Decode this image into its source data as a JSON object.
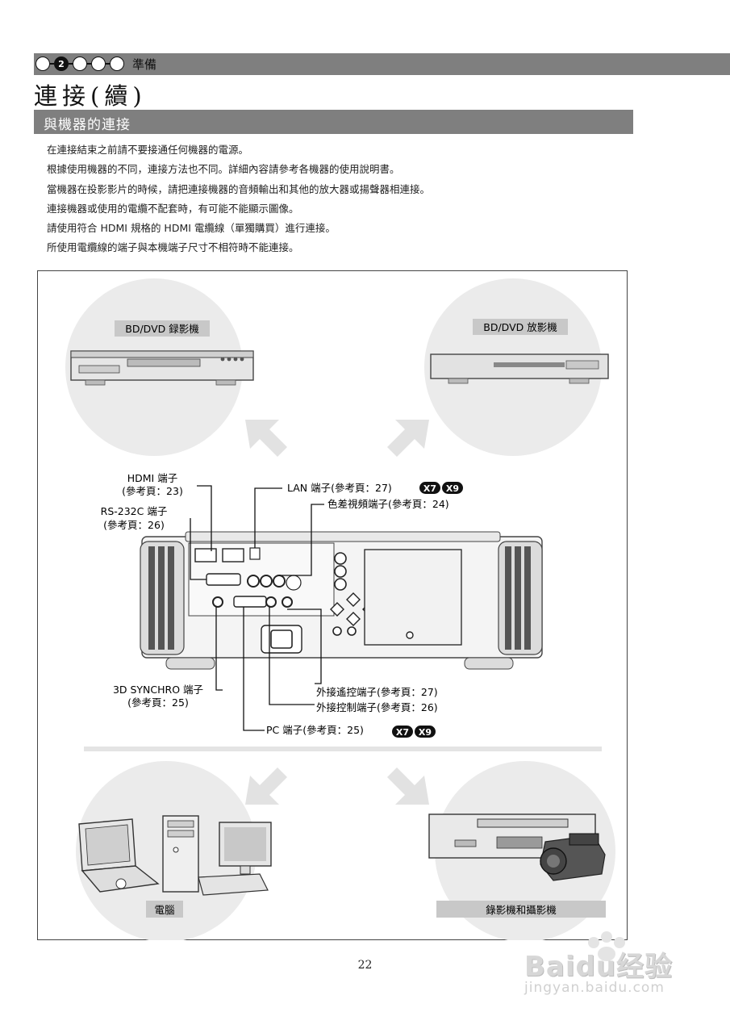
{
  "header": {
    "step_number": "2",
    "step_label": "準備"
  },
  "page_title": "連接(續)",
  "section_title": "與機器的連接",
  "notes": [
    "在連接結束之前請不要接通任何機器的電源。",
    "根據使用機器的不同，連接方法也不同。詳細內容請參考各機器的使用說明書。",
    "當機器在投影影片的時候，請把連接機器的音頻輸出和其他的放大器或揚聲器相連接。",
    "連接機器或使用的電纜不配套時，有可能不能顯示圖像。",
    "請使用符合 HDMI 規格的 HDMI 電纜線（單獨購買）進行連接。",
    "所使用電纜線的端子與本機端子尺寸不相符時不能連接。"
  ],
  "devices": {
    "bd_recorder": "BD/DVD 録影機",
    "bd_player": "BD/DVD 放影機",
    "computer": "電腦",
    "camcorder": "錄影機和攝影機"
  },
  "callouts": {
    "hdmi_1": "HDMI 端子",
    "hdmi_2": "(參考頁：23)",
    "rs232_1": "RS-232C 端子",
    "rs232_2": "(參考頁：26)",
    "lan": "LAN 端子(參考頁：27)",
    "component": "色差視頻端子(參考頁：24)",
    "sync_1": "3D SYNCHRO 端子",
    "sync_2": "(參考頁：25)",
    "remote": "外接遙控端子(參考頁：27)",
    "trigger": "外接控制端子(參考頁：26)",
    "pc": "PC 端子(參考頁：25)"
  },
  "model_badges": {
    "x7": "X7",
    "x9": "X9"
  },
  "page_number": "22",
  "watermark": {
    "brand": "Baidu经验",
    "url": "jingyan.baidu.com"
  }
}
